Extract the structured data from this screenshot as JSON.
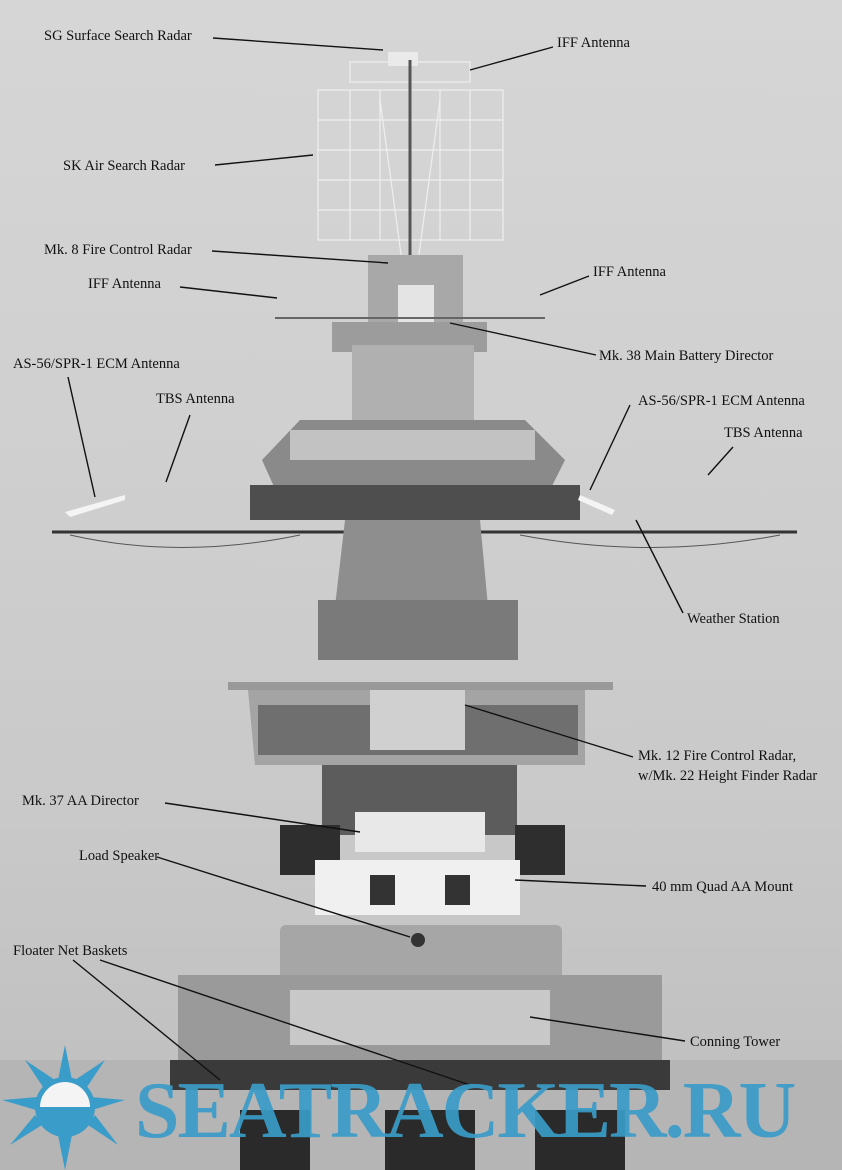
{
  "labels": {
    "sg_radar": "SG Surface Search Radar",
    "iff_top": "IFF Antenna",
    "sk_radar": "SK Air Search Radar",
    "mk8_radar": "Mk. 8 Fire Control Radar",
    "iff_left": "IFF Antenna",
    "iff_right": "IFF Antenna",
    "mk38_director": "Mk. 38 Main Battery Director",
    "ecm_left": "AS-56/SPR-1 ECM Antenna",
    "tbs_left": "TBS Antenna",
    "ecm_right": "AS-56/SPR-1 ECM Antenna",
    "tbs_right": "TBS Antenna",
    "weather_station": "Weather Station",
    "mk12_line1": "Mk. 12 Fire Control Radar,",
    "mk12_line2": "w/Mk. 22 Height Finder Radar",
    "mk37_director": "Mk. 37 AA Director",
    "load_speaker": "Load Speaker",
    "quad_aa": "40 mm Quad AA Mount",
    "floater_baskets": "Floater Net Baskets",
    "conning_tower": "Conning Tower"
  },
  "watermark": {
    "text": "SEATRACKER.RU",
    "color": "#3a9cc8"
  }
}
